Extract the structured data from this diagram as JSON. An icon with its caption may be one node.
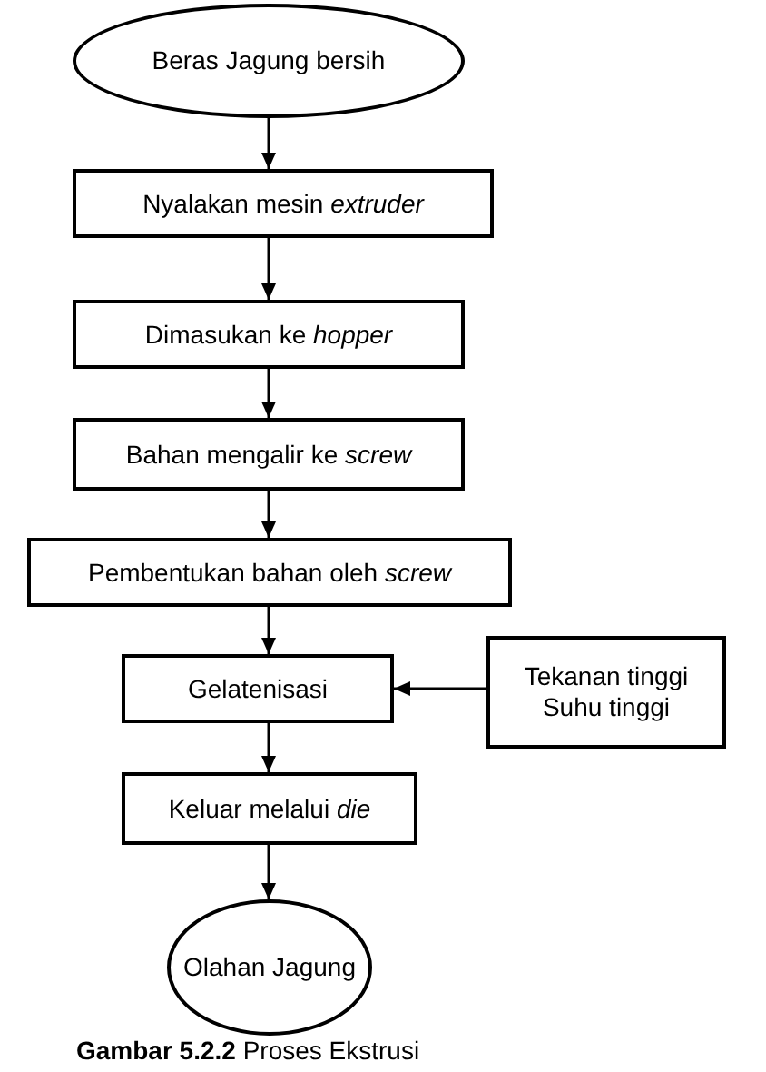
{
  "diagram": {
    "caption": "**Gambar 5.2.2** Proses Ekstrusi",
    "nodes": [
      {
        "text": [
          "Beras Jagung bersih"
        ]
      },
      {
        "text": [
          "Nyalakan mesin *extruder*"
        ]
      },
      {
        "text": [
          "Dimasukan ke *hopper*"
        ]
      },
      {
        "text": [
          "Bahan mengalir ke *screw*"
        ]
      },
      {
        "text": [
          "Pembentukan bahan oleh *screw*"
        ]
      },
      {
        "text": [
          "Gelatenisasi"
        ]
      },
      {
        "text": [
          "Tekanan tinggi Suhu tinggi"
        ]
      },
      {
        "text": [
          "Keluar melalui *die*"
        ]
      },
      {
        "text": [
          "Olahan Jagung"
        ]
      }
    ],
    "edges": [
      {
        "from": 0,
        "to": 1,
        "arrow": "to"
      },
      {
        "from": 1,
        "to": 2,
        "arrow": "to"
      },
      {
        "from": 2,
        "to": 3,
        "arrow": "to"
      },
      {
        "from": 3,
        "to": 4,
        "arrow": "to"
      },
      {
        "from": 4,
        "to": 5,
        "arrow": "to"
      },
      {
        "from": 6,
        "to": 5,
        "arrow": "to"
      },
      {
        "from": 5,
        "to": 7,
        "arrow": "to"
      },
      {
        "from": 7,
        "to": 8,
        "arrow": "to"
      }
    ]
  }
}
